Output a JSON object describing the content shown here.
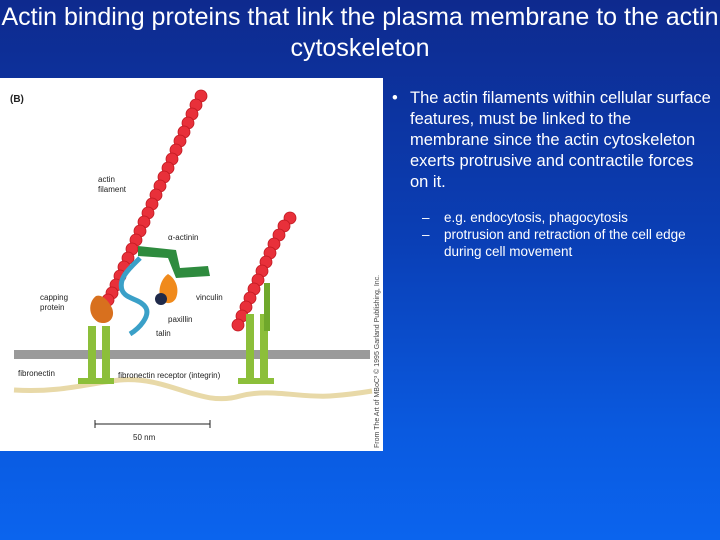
{
  "slide": {
    "title": "Actin binding proteins that link the plasma membrane to the actin cytoskeleton",
    "bullet": {
      "marker": "•",
      "text": "The actin filaments within cellular surface features,  must be linked to the membrane since the actin cytoskeleton exerts protrusive and contractile forces on it."
    },
    "sub_bullets": [
      {
        "marker": "–",
        "text": " e.g. endocytosis, phagocytosis"
      },
      {
        "marker": "–",
        "text": "protrusion and retraction of the cell edge during cell movement"
      }
    ]
  },
  "figure": {
    "panel_label": "(B)",
    "labels": {
      "actin_filament": "actin",
      "actin_filament_2": "filament",
      "alpha_actinin": "α-actinin",
      "vinculin": "vinculin",
      "capping_protein": "capping",
      "capping_protein_2": "protein",
      "paxillin": "paxillin",
      "talin": "talin",
      "fibronectin_receptor": "fibronectin receptor (integrin)",
      "fibronectin": "fibronectin",
      "scale": "50 nm"
    },
    "credit": "From The Art of MBoC³ © 1995 Garland Publishing, Inc.",
    "colors": {
      "actin": "#e8303a",
      "alpha_actinin": "#2e8b3e",
      "vinculin": "#f08a1c",
      "talin": "#3aa0c8",
      "integrin": "#8cbf3a",
      "membrane": "#9a9a9a",
      "fibronectin": "#e8d9a8"
    }
  }
}
